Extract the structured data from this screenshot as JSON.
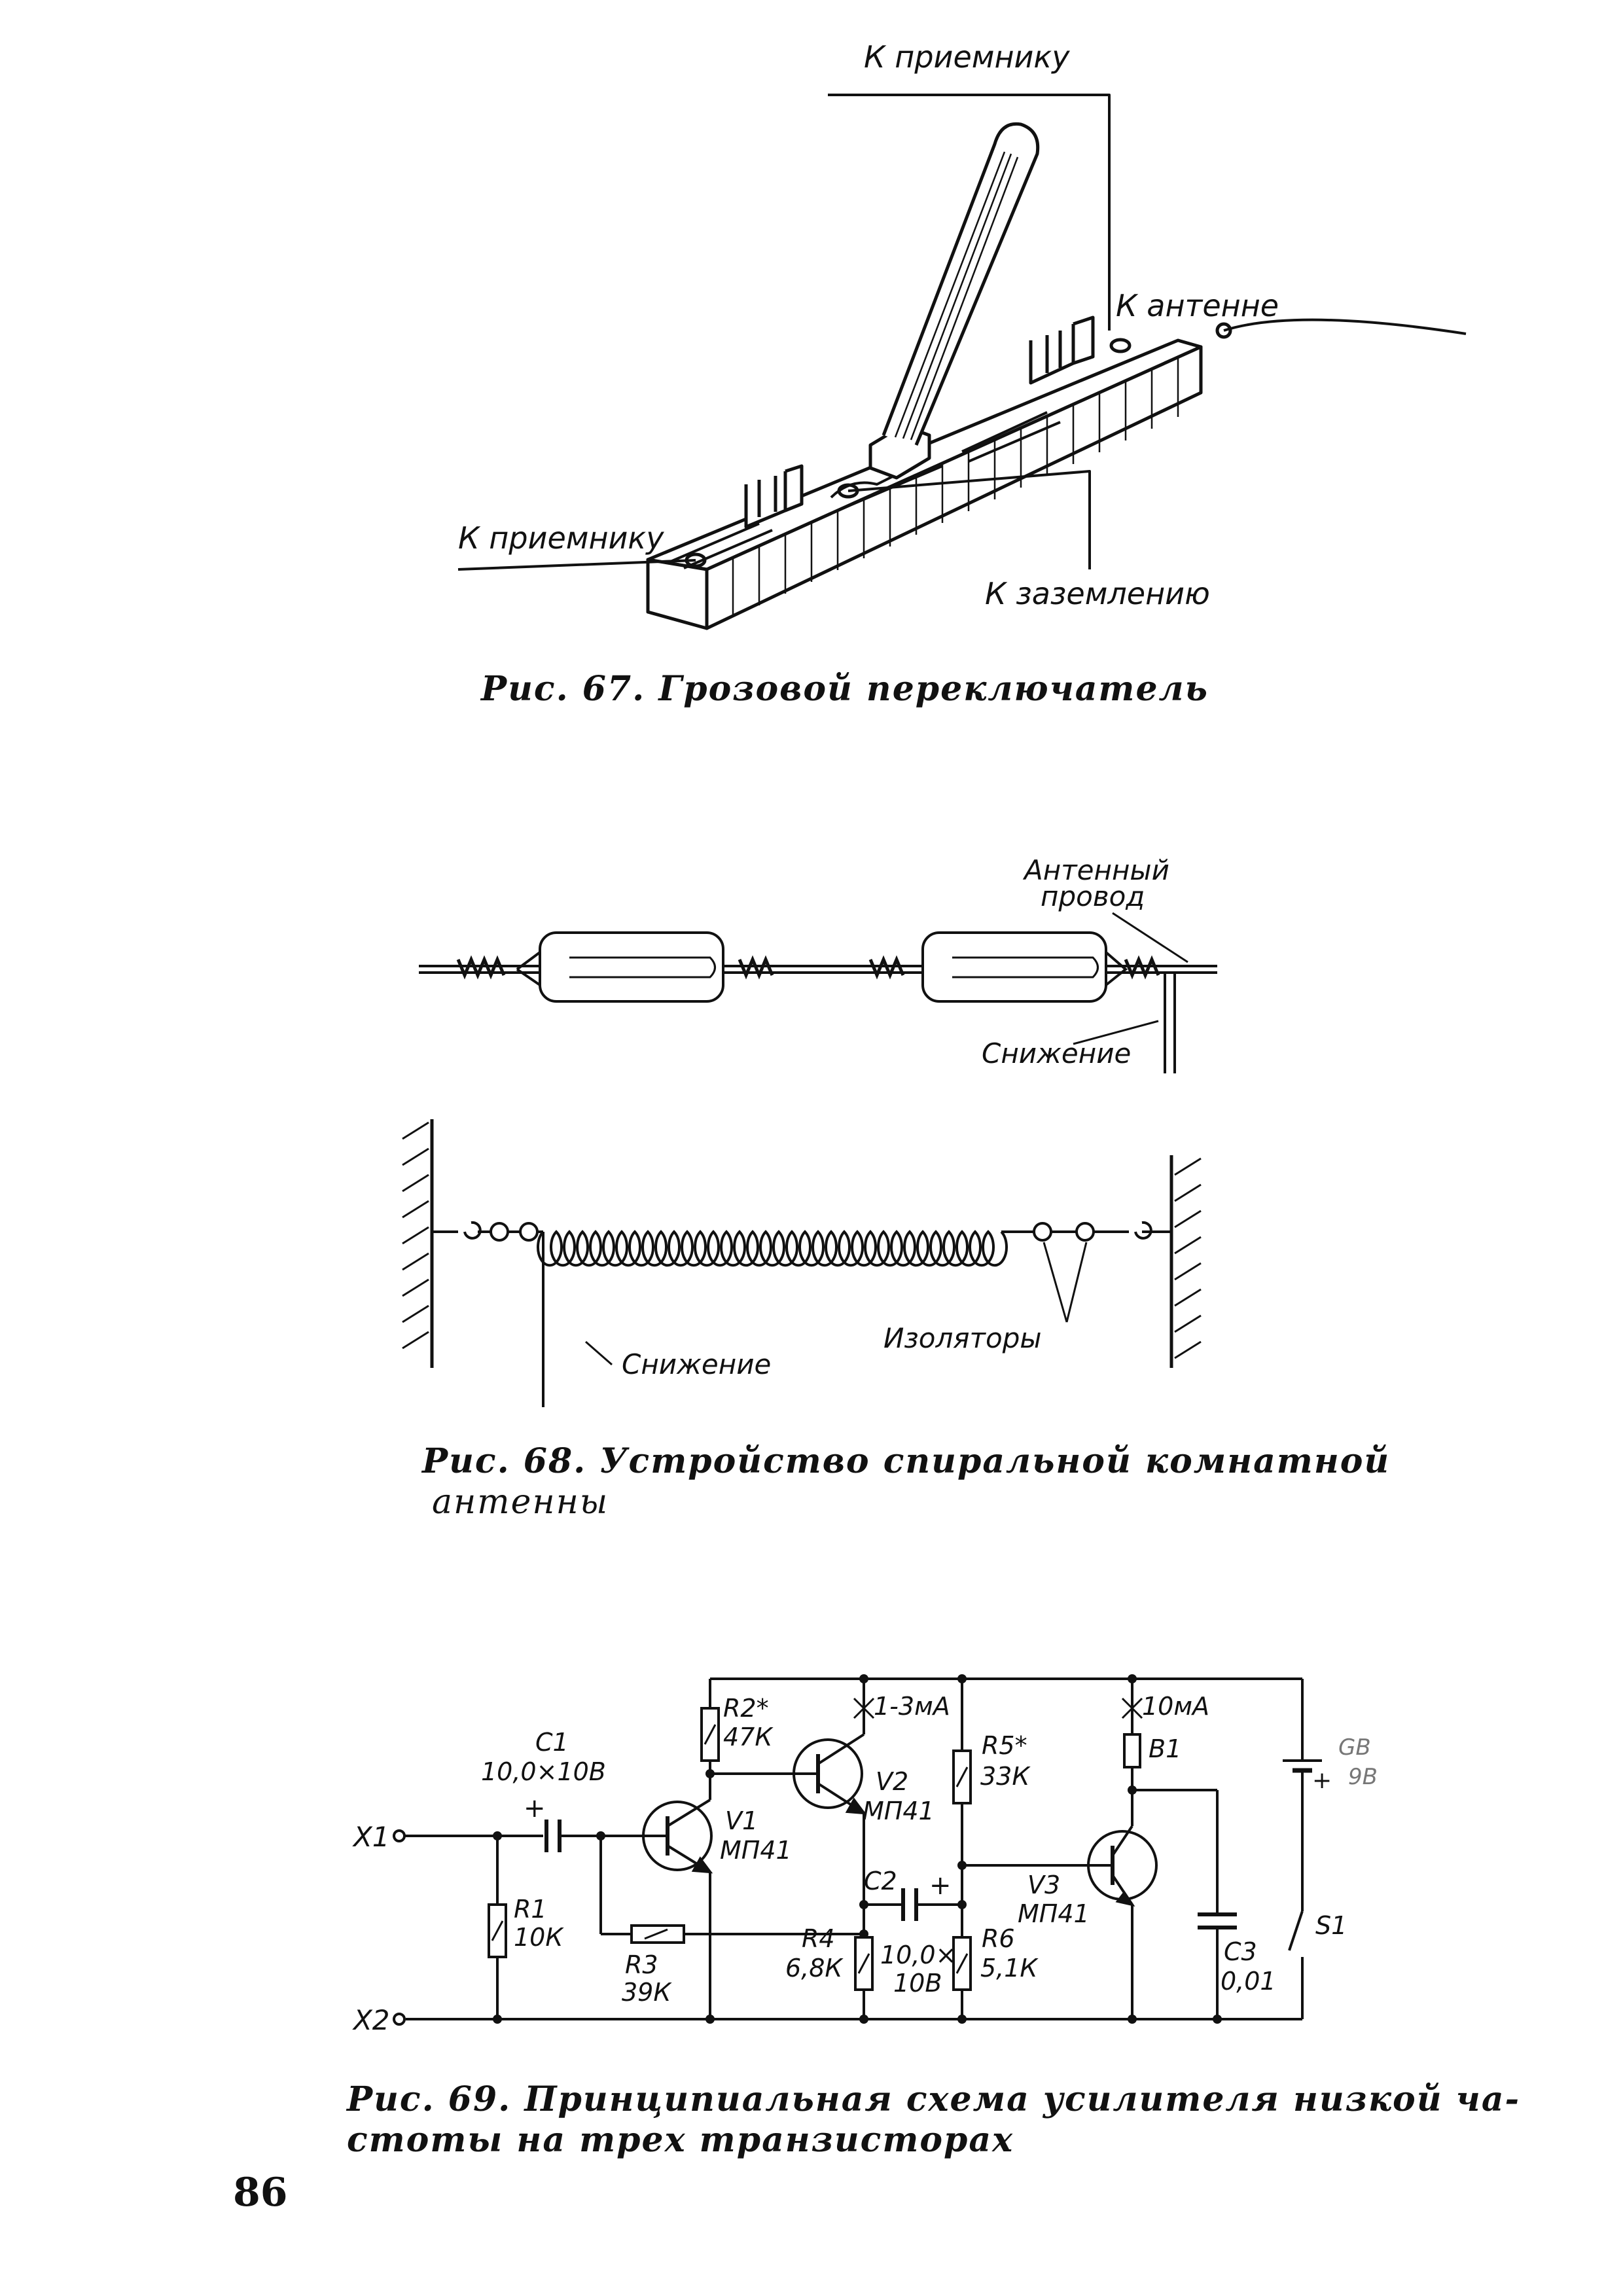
{
  "page_number": "86",
  "fig67": {
    "caption": "Рис. 67. Грозовой переключатель",
    "label_receiver_top": "К приемнику",
    "label_antenna": "К антенне",
    "label_receiver_left": "К приемнику",
    "label_ground": "К заземлению"
  },
  "fig68": {
    "caption_line1": "Рис. 68. Устройство спиральной комнатной",
    "caption_line2": "антенны",
    "label_antenna_wire_1": "Антенный",
    "label_antenna_wire_2": "провод",
    "label_downlead_top": "Снижение",
    "label_downlead_bottom": "Снижение",
    "label_insulators": "Изоляторы"
  },
  "fig69": {
    "caption_line1": "Рис. 69. Принципиальная схема усилителя низкой ча-",
    "caption_line2": "стоты на трех транзисторах",
    "X1": "X1",
    "X2": "X2",
    "C1_name": "C1",
    "C1_value": "10,0×10В",
    "R1_name": "R1",
    "R1_value": "10К",
    "R2_name": "R2*",
    "R2_value": "47К",
    "R3_name": "R3",
    "R3_value": "39К",
    "R4_name": "R4",
    "R4_value": "6,8К",
    "R5_name": "R5*",
    "R5_value": "33К",
    "R6_name": "R6",
    "R6_value": "5,1К",
    "C2_name": "C2",
    "C2_value_1": "10,0×",
    "C2_value_2": "10В",
    "C3_name": "C3",
    "C3_value": "0,01",
    "V1_name": "V1",
    "V1_type": "МП41",
    "V2_name": "V2",
    "V2_type": "МП41",
    "V3_name": "V3",
    "V3_type": "МП41",
    "current_V2": "1-3мА",
    "current_V3": "10мА",
    "B1": "B1",
    "S1": "S1",
    "battery_1": "GB",
    "battery_2": "9В"
  }
}
